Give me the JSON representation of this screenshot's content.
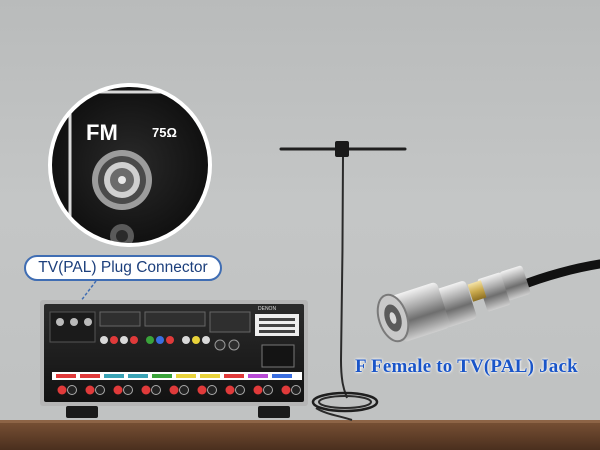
{
  "callout": {
    "label": "TV(PAL) Plug Connector"
  },
  "zoom_panel": {
    "fm_label": "FM",
    "ohm_label": "75Ω"
  },
  "receiver": {
    "brand_label": "DENON"
  },
  "product": {
    "title": "F Female to TV(PAL) Jack"
  },
  "colors": {
    "callout_border": "#3f6db3",
    "title_text": "#1a55c8",
    "wall": "#c0c2c2",
    "shelf": "#5e3d27"
  },
  "icons": [
    "fm-dipole-antenna-icon",
    "coax-connector-icon",
    "av-receiver-icon"
  ]
}
